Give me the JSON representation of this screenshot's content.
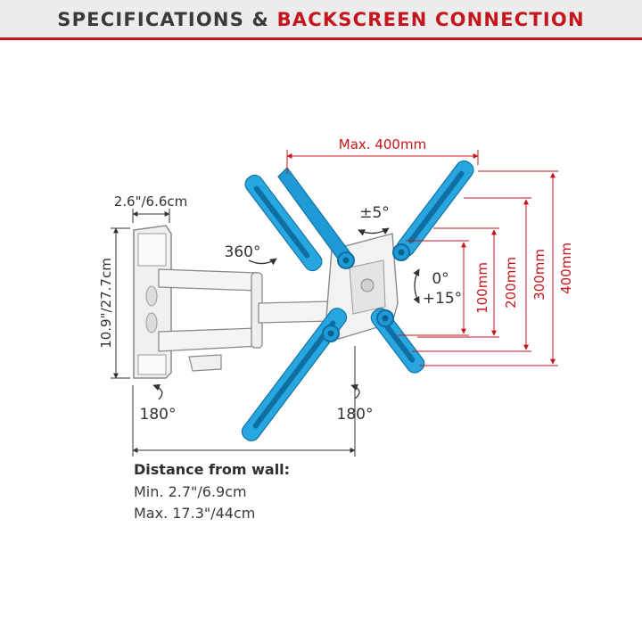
{
  "header": {
    "title_part1": "SPECIFICATIONS &",
    "title_part2": "BACKSCREEN CONNECTION"
  },
  "dimensions": {
    "max_vesa": "Max. 400mm",
    "wall_plate_width": "2.6\"/6.6cm",
    "wall_plate_height": "10.9\"/27.7cm",
    "tilt_top": "±5°",
    "tilt_pos": "0°",
    "tilt_neg": "+15°",
    "swivel_arm": "360°",
    "swivel_wall": "180°",
    "swivel_head": "180°",
    "vesa_100": "100mm",
    "vesa_200": "200mm",
    "vesa_300": "300mm",
    "vesa_400": "400mm"
  },
  "distance": {
    "title": "Distance from wall:",
    "min": "Min. 2.7\"/6.9cm",
    "max": "Max. 17.3\"/44cm"
  },
  "colors": {
    "accent_red": "#c4161c",
    "rail_blue": "#1e9ad6",
    "mount_white": "#f2f2f2",
    "outline": "#8a8a8a"
  }
}
